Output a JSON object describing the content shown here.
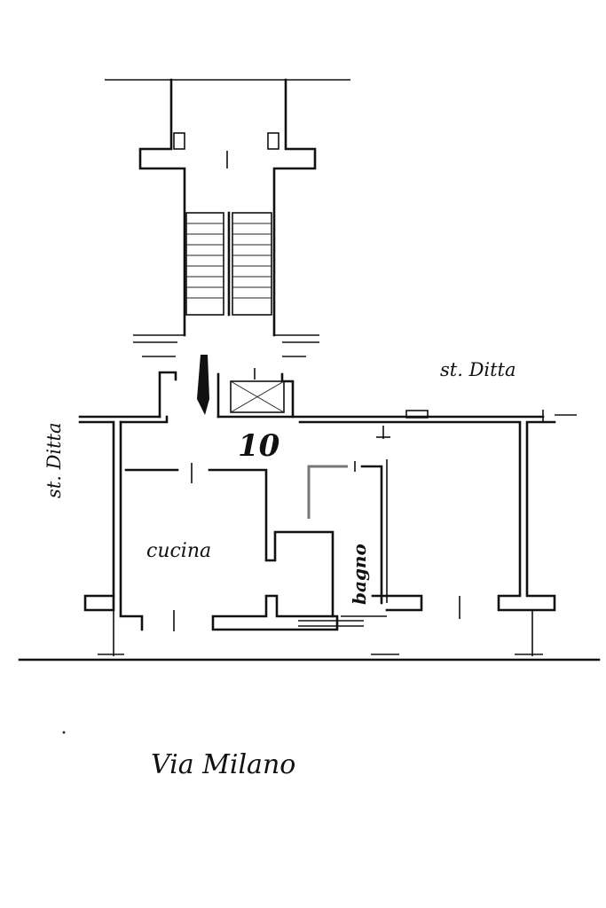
{
  "labels": {
    "unit_number": "10",
    "kitchen": "cucina",
    "bathroom": "bagno",
    "owner_top_right": "st. Ditta",
    "owner_left": "st. Ditta",
    "street": "Via Milano"
  },
  "colors": {
    "ink": "#111111",
    "paper": "#ffffff"
  }
}
